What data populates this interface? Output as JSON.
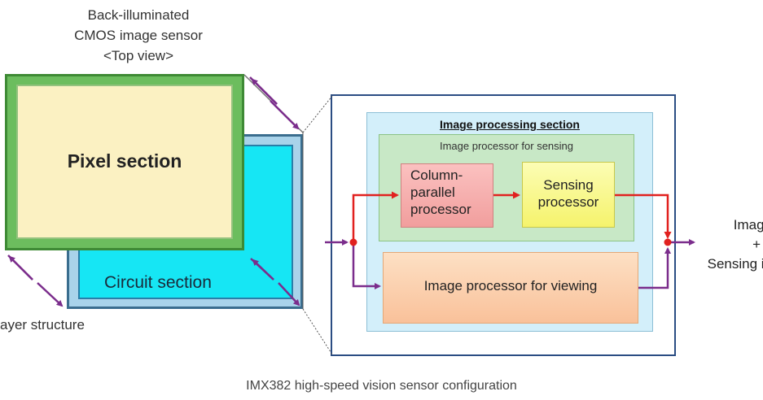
{
  "header": {
    "line1": "Back-illuminated",
    "line2": "CMOS image sensor",
    "line3": "<Top view>"
  },
  "sensor": {
    "pixel_label": "Pixel section",
    "circuit_label": "Circuit section",
    "layer_label": "ayer structure"
  },
  "processing": {
    "title": "Image processing section",
    "sensing_group": "Image processor for sensing",
    "column_line1": "Column-",
    "column_line2": "parallel",
    "column_line3": "processor",
    "sensing_line1": "Sensing",
    "sensing_line2": "processor",
    "viewing": "Image processor for viewing"
  },
  "output": {
    "line1": "Image",
    "line2": "+",
    "line3": "Sensing in"
  },
  "caption": "IMX382 high-speed vision sensor configuration",
  "colors": {
    "purple_arrow": "#7b2d8c",
    "red_arrow": "#e1211f"
  }
}
